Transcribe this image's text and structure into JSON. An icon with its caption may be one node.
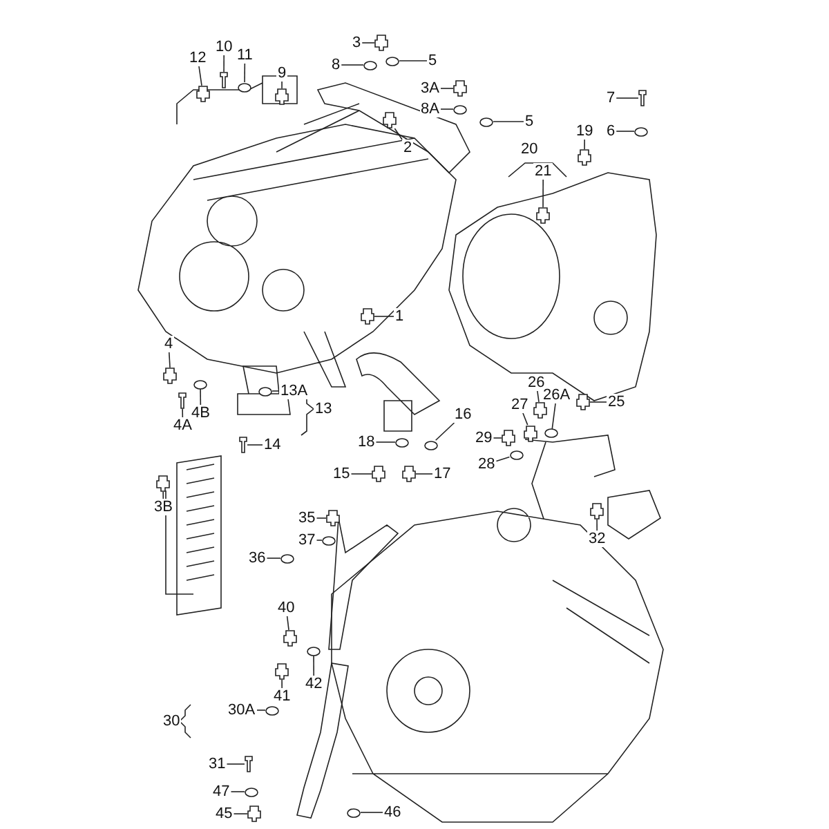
{
  "diagram": {
    "nodes": [
      {
        "text": [
          "3"
        ]
      },
      {
        "text": [
          "8"
        ]
      },
      {
        "text": [
          "5"
        ]
      },
      {
        "text": [
          "12"
        ]
      },
      {
        "text": [
          "10"
        ]
      },
      {
        "text": [
          "11"
        ]
      },
      {
        "text": [
          "9"
        ]
      },
      {
        "text": [
          "3A"
        ]
      },
      {
        "text": [
          "8A"
        ]
      },
      {
        "text": [
          "5"
        ]
      },
      {
        "text": [
          "2"
        ]
      },
      {
        "text": [
          "7"
        ]
      },
      {
        "text": [
          "6"
        ]
      },
      {
        "text": [
          "19"
        ]
      },
      {
        "text": [
          "21"
        ]
      },
      {
        "text": [
          "1"
        ]
      },
      {
        "text": [
          "4"
        ]
      },
      {
        "text": [
          "13A"
        ]
      },
      {
        "text": [
          "4A"
        ]
      },
      {
        "text": [
          "4B"
        ]
      },
      {
        "text": [
          "14"
        ]
      },
      {
        "text": [
          "16"
        ]
      },
      {
        "text": [
          "18"
        ]
      },
      {
        "text": [
          "15"
        ]
      },
      {
        "text": [
          "17"
        ]
      },
      {
        "text": [
          "26"
        ]
      },
      {
        "text": [
          "27"
        ]
      },
      {
        "text": [
          "26A"
        ]
      },
      {
        "text": [
          "25"
        ]
      },
      {
        "text": [
          "29"
        ]
      },
      {
        "text": [
          "28"
        ]
      },
      {
        "text": [
          "3B"
        ]
      },
      {
        "text": [
          "35"
        ]
      },
      {
        "text": [
          "37"
        ]
      },
      {
        "text": [
          "36"
        ]
      },
      {
        "text": [
          "40"
        ]
      },
      {
        "text": [
          "41"
        ]
      },
      {
        "text": [
          "42"
        ]
      },
      {
        "text": [
          "32"
        ]
      },
      {
        "text": [
          "30A"
        ]
      },
      {
        "text": [
          "31"
        ]
      },
      {
        "text": [
          "47"
        ]
      },
      {
        "text": [
          "45"
        ]
      },
      {
        "text": [
          "46"
        ]
      },
      {
        "text": [
          "20"
        ]
      },
      {
        "text": [
          "13"
        ]
      },
      {
        "text": [
          "30"
        ]
      },
      {
        "text": [],
        "shape": "box"
      },
      {
        "text": [],
        "shape": "circle"
      },
      {
        "text": [],
        "shape": "circle"
      },
      {
        "text": [],
        "shape": "box"
      },
      {
        "text": [],
        "shape": "bar"
      },
      {
        "text": [],
        "shape": "circle"
      },
      {
        "text": [],
        "shape": "box"
      },
      {
        "text": [],
        "shape": "box"
      },
      {
        "text": [],
        "shape": "circle"
      },
      {
        "text": [],
        "shape": "circle"
      },
      {
        "text": [],
        "shape": "box"
      },
      {
        "text": [],
        "shape": "bar"
      },
      {
        "text": [],
        "shape": "circle"
      },
      {
        "text": [],
        "shape": "box"
      },
      {
        "text": [],
        "shape": "box"
      },
      {
        "text": [],
        "shape": "box"
      },
      {
        "text": [],
        "shape": "box"
      },
      {
        "text": [],
        "shape": "circle"
      },
      {
        "text": [],
        "shape": "bar"
      },
      {
        "text": [],
        "shape": "circle"
      },
      {
        "text": [],
        "shape": "bar"
      },
      {
        "text": [],
        "shape": "circle"
      },
      {
        "text": [],
        "shape": "circle"
      },
      {
        "text": [],
        "shape": "box"
      },
      {
        "text": [],
        "shape": "box"
      },
      {
        "text": [],
        "shape": "box"
      },
      {
        "text": [],
        "shape": "box"
      },
      {
        "text": [],
        "shape": "circle"
      },
      {
        "text": [],
        "shape": "box"
      },
      {
        "text": [],
        "shape": "box"
      },
      {
        "text": [],
        "shape": "circle"
      },
      {
        "text": [],
        "shape": "box"
      },
      {
        "text": [],
        "shape": "box"
      },
      {
        "text": [],
        "shape": "circle"
      },
      {
        "text": [],
        "shape": "circle"
      },
      {
        "text": [],
        "shape": "box"
      },
      {
        "text": [],
        "shape": "box"
      },
      {
        "text": [],
        "shape": "circle"
      },
      {
        "text": [],
        "shape": "box"
      },
      {
        "text": [],
        "shape": "circle"
      },
      {
        "text": [],
        "shape": "bar"
      },
      {
        "text": [],
        "shape": "circle"
      },
      {
        "text": [],
        "shape": "box"
      },
      {
        "text": [],
        "shape": "circle"
      }
    ],
    "edges": [
      {
        "from": 0,
        "to": 47,
        "arrow": "none"
      },
      {
        "from": 1,
        "to": 48,
        "arrow": "none"
      },
      {
        "from": 2,
        "to": 49,
        "arrow": "none"
      },
      {
        "from": 3,
        "to": 50,
        "arrow": "none"
      },
      {
        "from": 4,
        "to": 51,
        "arrow": "none"
      },
      {
        "from": 5,
        "to": 52,
        "arrow": "none"
      },
      {
        "from": 6,
        "to": 53,
        "arrow": "none"
      },
      {
        "from": 7,
        "to": 54,
        "arrow": "none"
      },
      {
        "from": 8,
        "to": 55,
        "arrow": "none"
      },
      {
        "from": 9,
        "to": 56,
        "arrow": "none"
      },
      {
        "from": 10,
        "to": 57,
        "arrow": "none"
      },
      {
        "from": 11,
        "to": 58,
        "arrow": "none"
      },
      {
        "from": 12,
        "to": 59,
        "arrow": "none"
      },
      {
        "from": 13,
        "to": 60,
        "arrow": "none"
      },
      {
        "from": 14,
        "to": 61,
        "arrow": "none"
      },
      {
        "from": 15,
        "to": 62,
        "arrow": "none"
      },
      {
        "from": 16,
        "to": 63,
        "arrow": "none"
      },
      {
        "from": 17,
        "to": 64,
        "arrow": "none"
      },
      {
        "from": 18,
        "to": 65,
        "arrow": "none"
      },
      {
        "from": 19,
        "to": 66,
        "arrow": "none"
      },
      {
        "from": 20,
        "to": 67,
        "arrow": "none"
      },
      {
        "from": 21,
        "to": 68,
        "arrow": "none"
      },
      {
        "from": 22,
        "to": 69,
        "arrow": "none"
      },
      {
        "from": 23,
        "to": 70,
        "arrow": "none"
      },
      {
        "from": 24,
        "to": 71,
        "arrow": "none"
      },
      {
        "from": 25,
        "to": 72,
        "arrow": "none"
      },
      {
        "from": 26,
        "to": 73,
        "arrow": "none"
      },
      {
        "from": 27,
        "to": 74,
        "arrow": "none"
      },
      {
        "from": 28,
        "to": 75,
        "arrow": "none"
      },
      {
        "from": 29,
        "to": 76,
        "arrow": "none"
      },
      {
        "from": 30,
        "to": 77,
        "arrow": "none"
      },
      {
        "from": 31,
        "to": 78,
        "arrow": "none"
      },
      {
        "from": 32,
        "to": 79,
        "arrow": "none"
      },
      {
        "from": 33,
        "to": 80,
        "arrow": "none"
      },
      {
        "from": 34,
        "to": 81,
        "arrow": "none"
      },
      {
        "from": 35,
        "to": 82,
        "arrow": "none"
      },
      {
        "from": 36,
        "to": 83,
        "arrow": "none"
      },
      {
        "from": 37,
        "to": 84,
        "arrow": "none"
      },
      {
        "from": 38,
        "to": 85,
        "arrow": "none"
      },
      {
        "from": 39,
        "to": 86,
        "arrow": "none"
      },
      {
        "from": 40,
        "to": 87,
        "arrow": "none"
      },
      {
        "from": 41,
        "to": 88,
        "arrow": "none"
      },
      {
        "from": 42,
        "to": 89,
        "arrow": "none"
      },
      {
        "from": 43,
        "to": 90,
        "arrow": "none"
      }
    ]
  }
}
